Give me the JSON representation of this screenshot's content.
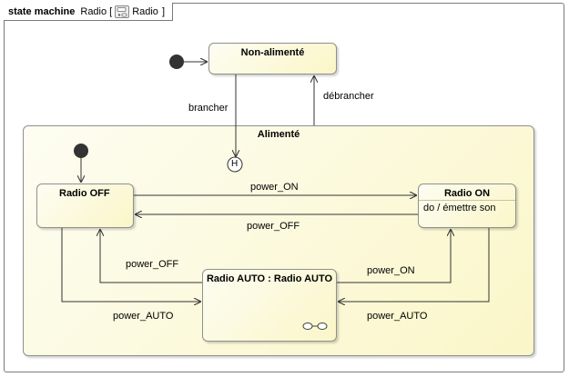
{
  "frame": {
    "keyword": "state machine",
    "name": "Radio",
    "bracket_open": "[",
    "ref_name": "Radio",
    "bracket_close": "]"
  },
  "states": {
    "non_alimente": "Non-alimenté",
    "alimente": "Alimenté",
    "radio_off": "Radio OFF",
    "radio_on": "Radio ON",
    "radio_on_do": "do / émettre son",
    "radio_auto": "Radio AUTO : Radio AUTO",
    "history": "H"
  },
  "transitions": {
    "brancher": "brancher",
    "debrancher": "débrancher",
    "off_to_on": "power_ON",
    "on_to_off": "power_OFF",
    "auto_to_off": "power_OFF",
    "auto_to_on": "power_ON",
    "off_to_auto": "power_AUTO",
    "on_to_auto": "power_AUTO"
  }
}
